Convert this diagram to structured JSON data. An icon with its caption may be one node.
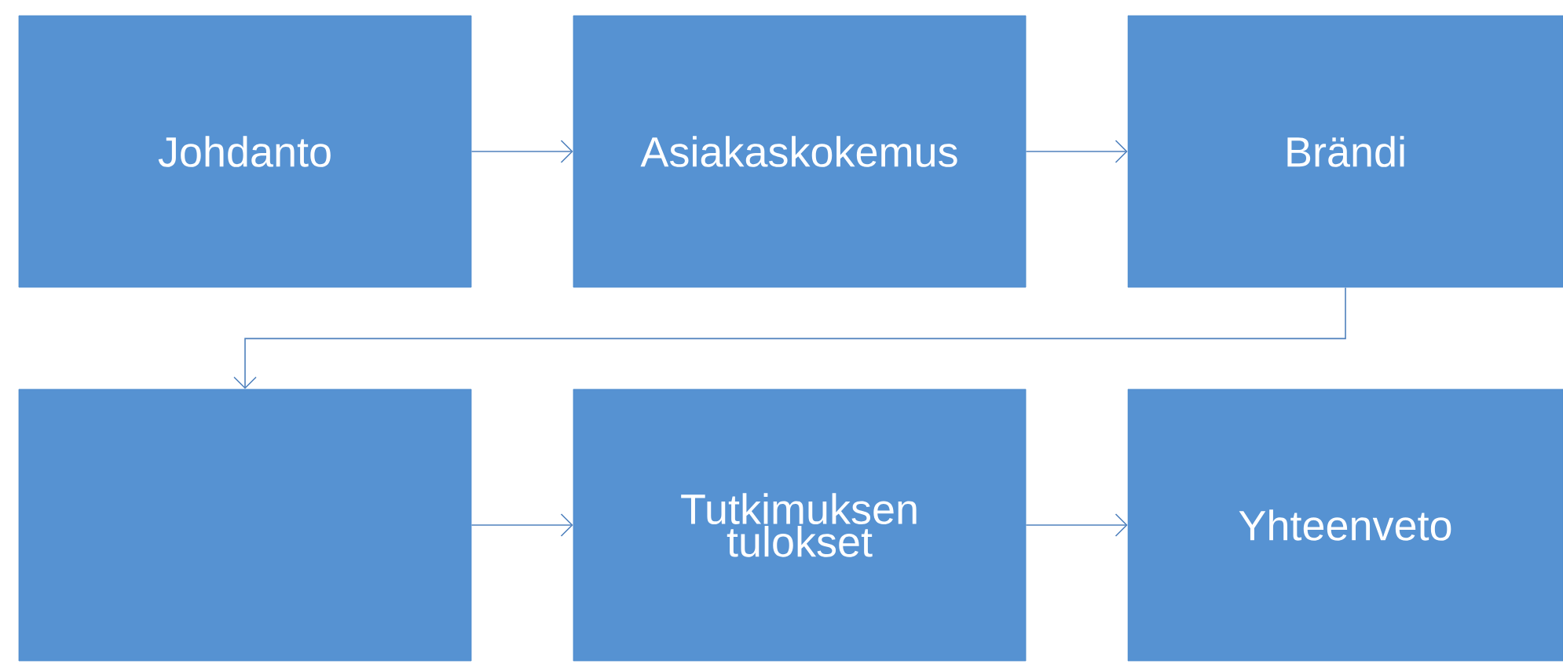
{
  "diagram": {
    "nodes": [
      {
        "text": [
          "Johdanto"
        ]
      },
      {
        "text": [
          "Asiakaskokemus"
        ]
      },
      {
        "text": [
          "Brändi"
        ]
      },
      {
        "text": [],
        "shape": "box"
      },
      {
        "text": [
          "Tutkimuksen tulokset"
        ]
      },
      {
        "text": [
          "Yhteenveto"
        ]
      }
    ],
    "edges": [
      {
        "from": 0,
        "to": 1,
        "arrow": "to"
      },
      {
        "from": 1,
        "to": 2,
        "arrow": "to"
      },
      {
        "from": 2,
        "to": 3,
        "arrow": "to"
      },
      {
        "from": 3,
        "to": 4,
        "arrow": "to"
      },
      {
        "from": 4,
        "to": 5,
        "arrow": "to"
      }
    ]
  }
}
